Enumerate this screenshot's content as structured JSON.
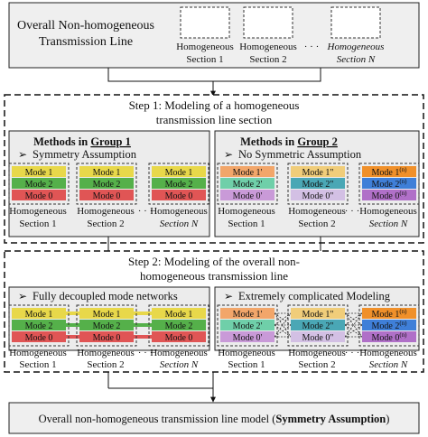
{
  "top": {
    "title_line1": "Overall Non-homogeneous",
    "title_line2": "Transmission Line",
    "section_label": "Homogeneous",
    "sections": [
      "Section 1",
      "Section 2",
      "Section N"
    ],
    "dots": "· · ·"
  },
  "step1": {
    "title_line1": "Step 1: Modeling of a homogeneous",
    "title_line2": "transmission line section",
    "group1": {
      "heading_prefix": "Methods in ",
      "heading_group": "Group 1",
      "assumption": "Symmetry Assumption",
      "modes": [
        "Mode 1",
        "Mode 2",
        "Mode 0"
      ]
    },
    "group2": {
      "heading_prefix": "Methods in ",
      "heading_group": "Group 2",
      "assumption": "No Symmetric Assumption",
      "modes_s1": [
        "Mode 1'",
        "Mode 2'",
        "Mode 0'"
      ],
      "modes_s2": [
        "Mode 1\"",
        "Mode 2\"",
        "Mode 0\""
      ],
      "modes_sN": [
        "Mode 1",
        "Mode 2",
        "Mode 0"
      ],
      "mode_superscript": "(n)"
    },
    "section_label": "Homogeneous",
    "sections": [
      "Section 1",
      "Section 2",
      "Section N"
    ],
    "dots": "· · ·"
  },
  "step2": {
    "title_line1": "Step 2: Modeling of the overall non-",
    "title_line2": "homogeneous transmission line",
    "left_label": "Fully decoupled mode networks",
    "right_label": "Extremely complicated Modeling",
    "dots": "· · ·"
  },
  "bottom": {
    "text": "Overall non-homogeneous transmission line model (",
    "bold": "Symmetry Assumption",
    "close": ")"
  },
  "colors": {
    "mode1": "#e8d84a",
    "mode2": "#55b04a",
    "mode0": "#e05555",
    "mode1p": "#f2a66a",
    "mode2p": "#6fcfa9",
    "mode0p": "#c99ad8",
    "mode1pp": "#f0cd7a",
    "mode2pp": "#4aa7b5",
    "mode0pp": "#d3c0e4",
    "mode1n": "#f0902a",
    "mode2n": "#3f7fd8",
    "mode0n": "#b070c8",
    "panel": "#ececec",
    "box_border": "#222222"
  }
}
